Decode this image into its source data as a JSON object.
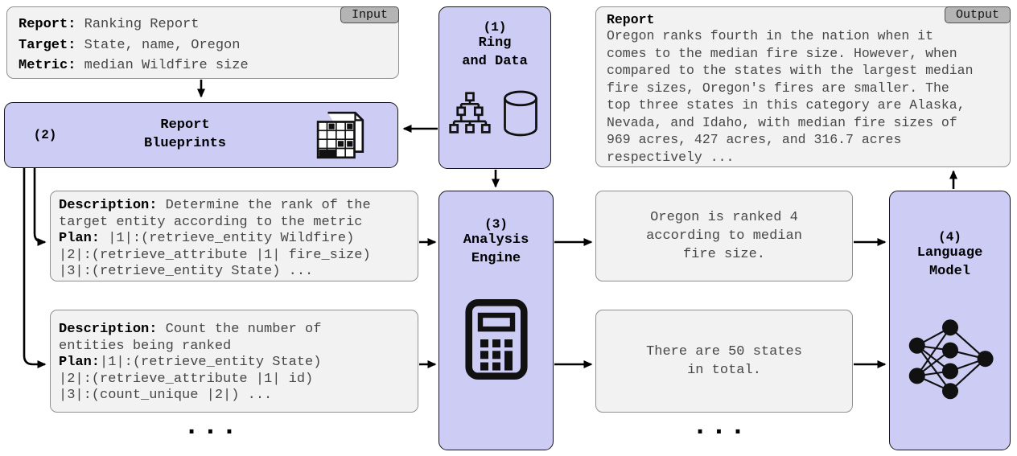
{
  "colors": {
    "component_fill": "#ccccf4",
    "component_border": "#141414",
    "info_fill": "#f2f2f2",
    "info_border": "#8f8f8f",
    "badge_fill": "#b4b4b4",
    "arrow": "#000000"
  },
  "input_box": {
    "badge": "Input",
    "lines": [
      {
        "label": "Report:",
        "value": " Ranking Report"
      },
      {
        "label": "Target:",
        "value": " State, name, Oregon"
      },
      {
        "label": "Metric:",
        "value": " median Wildfire size"
      }
    ]
  },
  "ring_and_data": {
    "number": "(1)",
    "title": "Ring\nand Data"
  },
  "report_blueprints": {
    "number": "(2)",
    "title": "Report\nBlueprints"
  },
  "analysis_engine": {
    "number": "(3)",
    "title": "Analysis\nEngine"
  },
  "language_model": {
    "number": "(4)",
    "title": "Language\nModel"
  },
  "output_box": {
    "badge": "Output",
    "heading": "Report",
    "body": "Oregon ranks fourth in the nation when it\ncomes to the median fire size. However, when\ncompared to the states with the largest median\nfire sizes, Oregon's fires are smaller. The\ntop three states in this category are Alaska,\nNevada, and Idaho, with median fire sizes of\n969 acres, 427 acres, and 316.7 acres\nrespectively ..."
  },
  "blueprint1": {
    "description_label": "Description:",
    "description": " Determine the rank of the\ntarget entity according to the metric",
    "plan_label": "Plan:",
    "plan": " |1|:(retrieve_entity Wildfire)\n|2|:(retrieve_attribute |1| fire_size)\n|3|:(retrieve_entity State) ..."
  },
  "blueprint2": {
    "description_label": "Description:",
    "description": " Count the number of\nentities being ranked",
    "plan_label": "Plan:",
    "plan": "|1|:(retrieve_entity State)\n|2|:(retrieve_attribute |1| id)\n|3|:(count_unique |2|) ..."
  },
  "result1": {
    "text": "Oregon is ranked 4\naccording to median\nfire size."
  },
  "result2": {
    "text": "There are 50 states\nin total."
  },
  "ellipsis": "..."
}
